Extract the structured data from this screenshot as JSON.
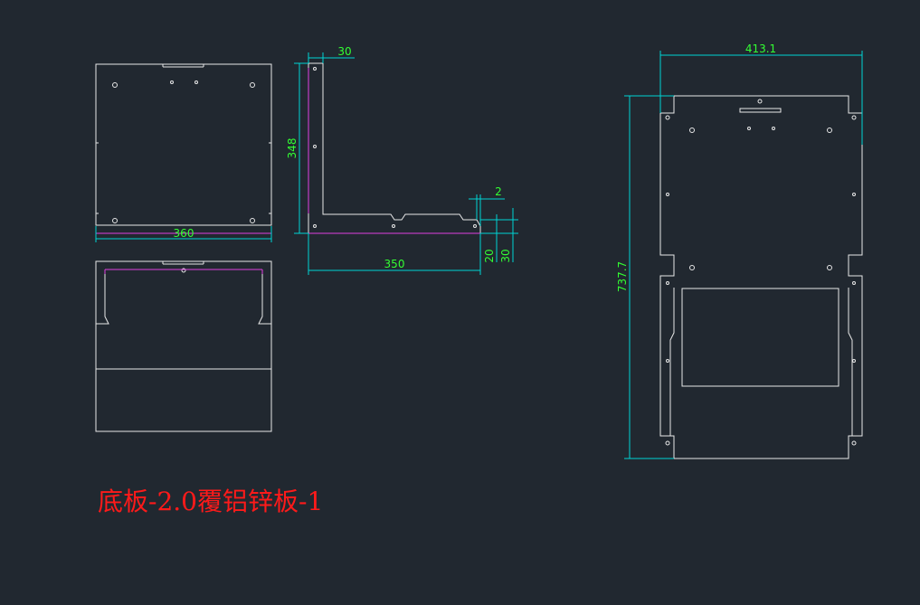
{
  "title": "底板-2.0覆铝锌板-1",
  "dimensions": {
    "top_view_width": "360",
    "side_height": "348",
    "flange_width": "30",
    "side_length": "350",
    "thickness": "2",
    "offset_20": "20",
    "offset_30": "30",
    "flat_width": "413.1",
    "flat_height": "737.7"
  },
  "colors": {
    "background": "#212830",
    "outline": "#e8e8e8",
    "dimension": "#00d4d4",
    "text_dim": "#33ff33",
    "bend": "#e040e0",
    "title": "#ff1a1a"
  }
}
